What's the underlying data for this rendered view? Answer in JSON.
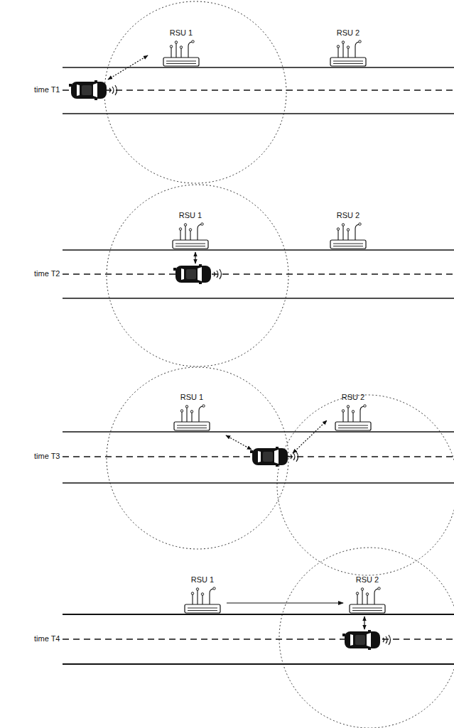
{
  "diagram": {
    "nodes": [
      {
        "text": [
          "RSU 1"
        ]
      },
      {
        "text": [
          "RSU 2"
        ]
      },
      {
        "text": [
          "RSU 1"
        ]
      },
      {
        "text": [
          "RSU 2"
        ]
      },
      {
        "text": [
          "RSU 1"
        ]
      },
      {
        "text": [
          "RSU 2"
        ]
      },
      {
        "text": [
          "RSU 1"
        ]
      },
      {
        "text": [
          "RSU 2"
        ]
      }
    ],
    "edges": [
      {
        "from": 6,
        "to": 7,
        "arrow": "to"
      }
    ],
    "labels": [
      "time T1",
      "time T2",
      "time T3",
      "time T4"
    ]
  }
}
